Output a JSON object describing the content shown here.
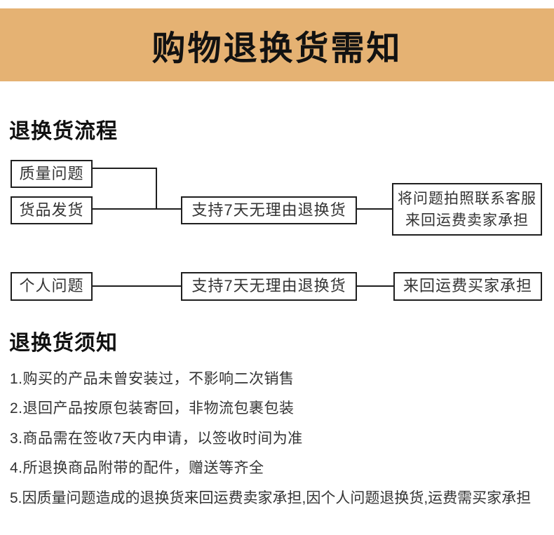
{
  "banner": {
    "title": "购物退换货需知",
    "bg_color": "#e5b273"
  },
  "sections": {
    "process_heading": "退换货流程",
    "notes_heading": "退换货须知"
  },
  "flowchart": {
    "quality_box": "质量问题",
    "shipping_box": "货品发货",
    "policy_box_row1": "支持7天无理由退换货",
    "seller_box_line1": "将问题拍照联系客服",
    "seller_box_line2": "来回运费卖家承担",
    "personal_box": "个人问题",
    "policy_box_row2": "支持7天无理由退换货",
    "buyer_box": "来回运费买家承担"
  },
  "notes": {
    "items": [
      "1.购买的产品未曾安装过，不影响二次销售",
      "2.退回产品按原包装寄回，非物流包裹包装",
      "3.商品需在签收7天内申请，以签收时间为准",
      "4.所退换商品附带的配件，赠送等齐全",
      "5.因质量问题造成的退换货来回运费卖家承担,因个人问题退换货,运费需买家承担"
    ]
  }
}
